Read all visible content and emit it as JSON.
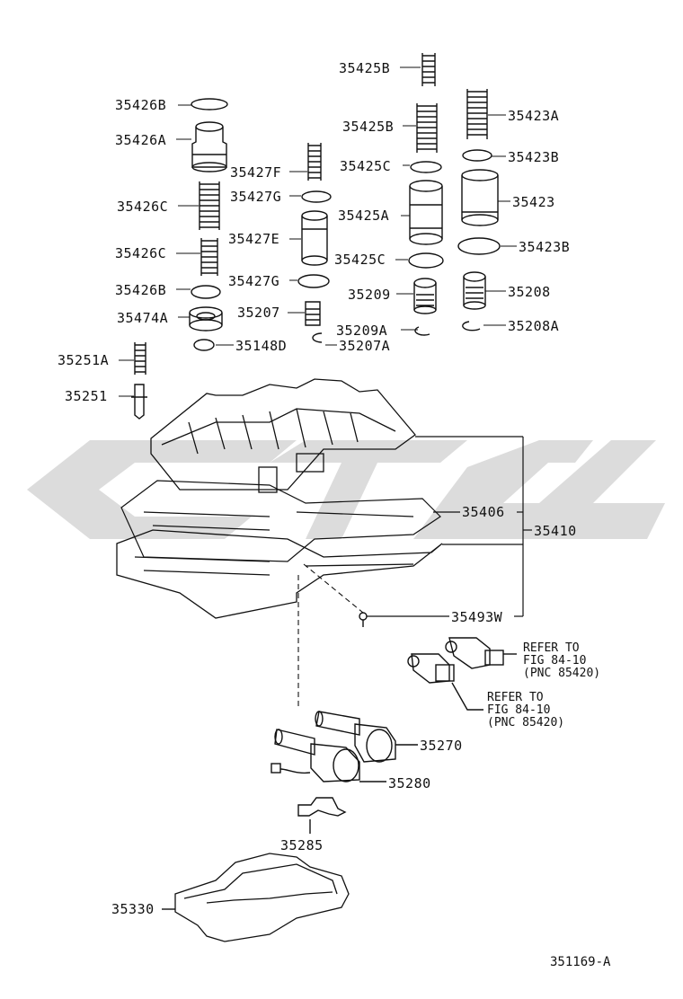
{
  "figure_ref": "351169-A",
  "labels": {
    "l35425B_top": "35425B",
    "l35426B_top": "35426B",
    "l35426A": "35426A",
    "l35426C_1": "35426C",
    "l35426C_2": "35426C",
    "l35426B_bot": "35426B",
    "l35474A": "35474A",
    "l35148D": "35148D",
    "l35251A": "35251A",
    "l35251": "35251",
    "l35427F": "35427F",
    "l35427G_1": "35427G",
    "l35427E": "35427E",
    "l35427G_2": "35427G",
    "l35207": "35207",
    "l35207A": "35207A",
    "l35425B_2": "35425B",
    "l35425C_1": "35425C",
    "l35425A": "35425A",
    "l35425C_2": "35425C",
    "l35209": "35209",
    "l35209A": "35209A",
    "l35423A": "35423A",
    "l35423B_1": "35423B",
    "l35423": "35423",
    "l35423B_2": "35423B",
    "l35208": "35208",
    "l35208A": "35208A",
    "l35406": "35406",
    "l35410": "35410",
    "l35493W": "35493W",
    "l35270": "35270",
    "l35280": "35280",
    "l35285": "35285",
    "l35330": "35330"
  },
  "notes": {
    "refer1": "REFER TO\nFIG 84-10\n(PNC 85420)",
    "refer2": "REFER TO\nFIG 84-10\n(PNC 85420)"
  },
  "colors": {
    "line": "#111111",
    "watermark": "#d9d9d9"
  }
}
